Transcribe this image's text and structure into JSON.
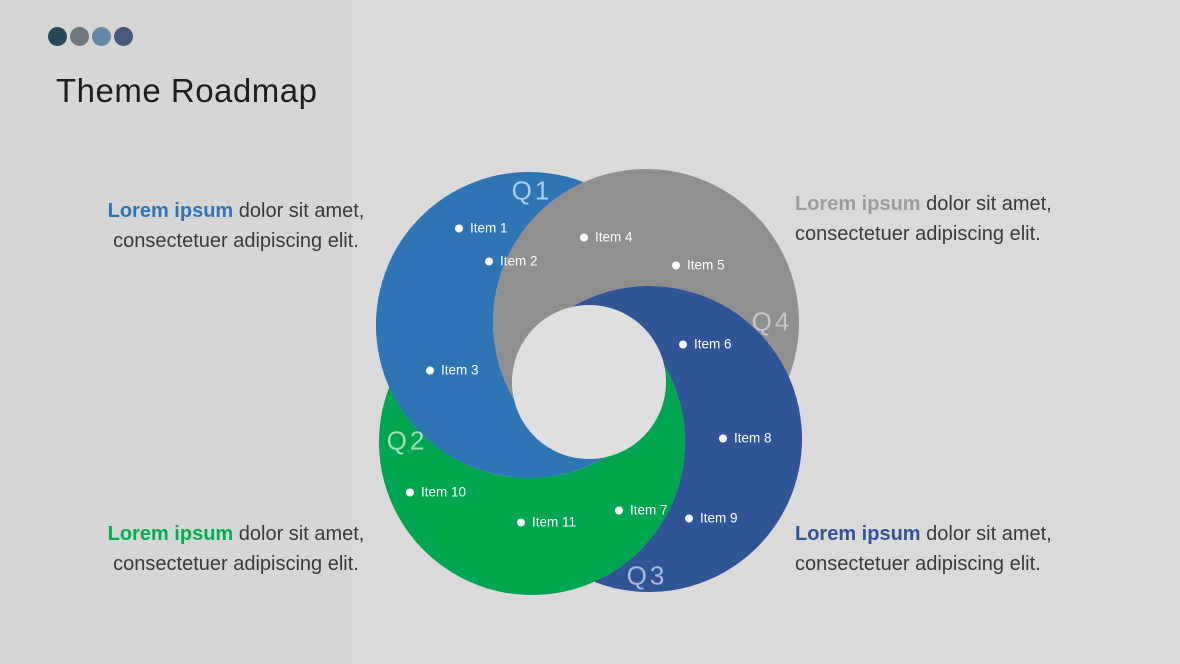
{
  "slide": {
    "title": "Theme Roadmap",
    "background": "#d6d6d6",
    "panel_background": "#dadada"
  },
  "decor_dots": [
    "#26495C",
    "#6F787B",
    "#6588AA",
    "#46587C"
  ],
  "diagram": {
    "hole_color": "#DFDFDF",
    "quarters": [
      {
        "label": "Q1",
        "color": "#2E75B6",
        "label_color": "#A9CDEC"
      },
      {
        "label": "Q2",
        "color": "#00A550",
        "label_color": "#A3DEBB"
      },
      {
        "label": "Q3",
        "color": "#2F5597",
        "label_color": "#A9B8DC"
      },
      {
        "label": "Q4",
        "color": "#8F8F8F",
        "label_color": "#C6C6C6"
      }
    ],
    "items": [
      {
        "label": "Item 1"
      },
      {
        "label": "Item 2"
      },
      {
        "label": "Item 3"
      },
      {
        "label": "Item 4"
      },
      {
        "label": "Item 5"
      },
      {
        "label": "Item 6"
      },
      {
        "label": "Item 7"
      },
      {
        "label": "Item 8"
      },
      {
        "label": "Item 9"
      },
      {
        "label": "Item 10"
      },
      {
        "label": "Item 11"
      }
    ]
  },
  "callouts": [
    {
      "position": "top-left",
      "lead": "Lorem ipsum",
      "line1_rest": " dolor sit amet,",
      "line2": "consectetuer adipiscing elit.",
      "lead_color": "#2E75B6"
    },
    {
      "position": "top-right",
      "lead": "Lorem ipsum",
      "line1_rest": " dolor sit amet,",
      "line2": "consectetuer adipiscing elit.",
      "lead_color": "#9C9C9C"
    },
    {
      "position": "bottom-left",
      "lead": "Lorem ipsum",
      "line1_rest": " dolor sit amet,",
      "line2": "consectetuer adipiscing elit.",
      "lead_color": "#00B050"
    },
    {
      "position": "bottom-right",
      "lead": "Lorem ipsum",
      "line1_rest": " dolor sit amet,",
      "line2": "consectetuer adipiscing elit.",
      "lead_color": "#2F5597"
    }
  ]
}
